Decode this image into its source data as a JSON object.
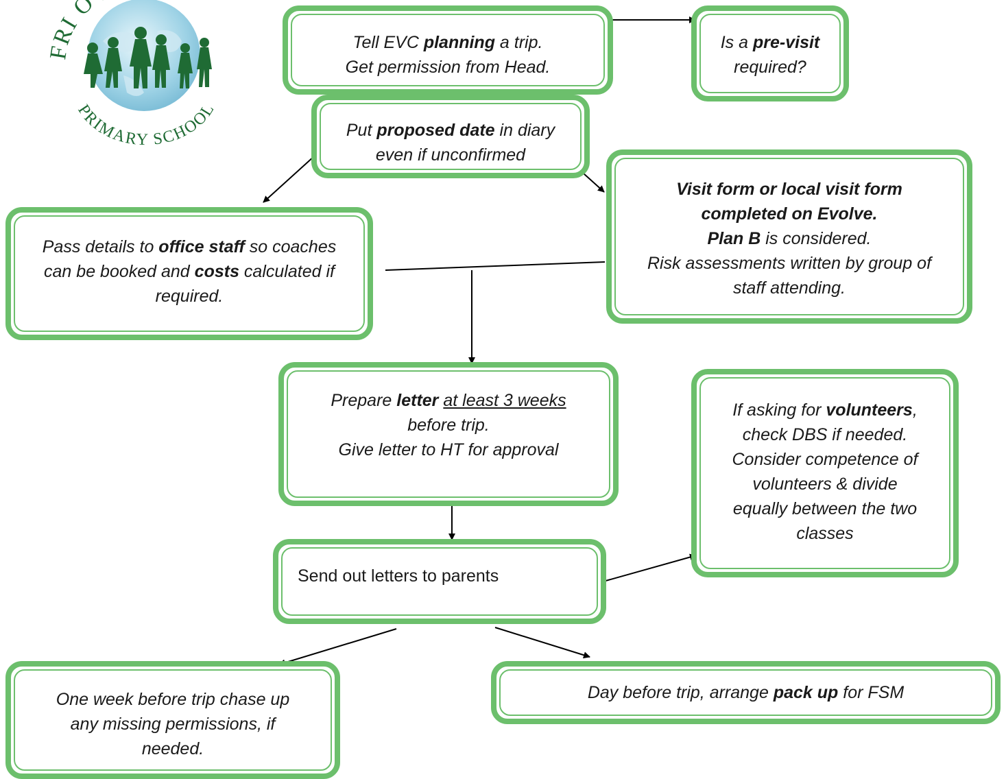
{
  "logo": {
    "arc_top": "FRI OVE",
    "arc_bottom": "PRIMARY SCHOOL",
    "colors": {
      "globe": "#9fd3e6",
      "ink": "#1f6b34"
    }
  },
  "colors": {
    "box_border": "#6cbf6c",
    "arrow": "#000000",
    "text": "#1a1a1a"
  },
  "boxes": {
    "tell_evc": [
      [
        {
          "t": "Tell EVC "
        },
        {
          "t": "planning",
          "b": true
        },
        {
          "t": " a trip."
        }
      ],
      [
        {
          "t": "Get permission from Head."
        }
      ]
    ],
    "pre_visit": [
      [
        {
          "t": "Is a "
        },
        {
          "t": "pre-visit",
          "b": true
        }
      ],
      [
        {
          "t": "required?"
        }
      ]
    ],
    "proposed_date": [
      [
        {
          "t": "Put "
        },
        {
          "t": "proposed date",
          "b": true
        },
        {
          "t": " in diary"
        }
      ],
      [
        {
          "t": "even if unconfirmed"
        }
      ]
    ],
    "office_staff": [
      [
        {
          "t": "Pass details to "
        },
        {
          "t": "office staff",
          "b": true
        },
        {
          "t": " so coaches"
        }
      ],
      [
        {
          "t": "can be booked and "
        },
        {
          "t": "costs",
          "b": true
        },
        {
          "t": " calculated if"
        }
      ],
      [
        {
          "t": "required."
        }
      ]
    ],
    "visit_form": [
      [
        {
          "t": "Visit form or local visit form",
          "b": true
        }
      ],
      [
        {
          "t": "completed on Evolve.",
          "b": true
        }
      ],
      [
        {
          "t": "Plan B",
          "b": true
        },
        {
          "t": " is considered."
        }
      ],
      [
        {
          "t": "Risk assessments written by group of"
        }
      ],
      [
        {
          "t": "staff attending."
        }
      ]
    ],
    "prepare_letter": [
      [
        {
          "t": "Prepare "
        },
        {
          "t": "letter",
          "b": true
        },
        {
          "t": " "
        },
        {
          "t": "at least 3 weeks",
          "u": true
        }
      ],
      [
        {
          "t": "before trip."
        }
      ],
      [
        {
          "t": "Give letter to HT for approval"
        }
      ]
    ],
    "volunteers": [
      [
        {
          "t": "If asking for "
        },
        {
          "t": "volunteers",
          "b": true
        },
        {
          "t": ","
        }
      ],
      [
        {
          "t": "check DBS if needed."
        }
      ],
      [
        {
          "t": "Consider competence of"
        }
      ],
      [
        {
          "t": "volunteers & divide"
        }
      ],
      [
        {
          "t": "equally between the two"
        }
      ],
      [
        {
          "t": "classes"
        }
      ]
    ],
    "send_letters": [
      [
        {
          "t": "Send out letters to parents"
        }
      ]
    ],
    "one_week": [
      [
        {
          "t": "One week before trip chase up"
        }
      ],
      [
        {
          "t": "any missing permissions, if"
        }
      ],
      [
        {
          "t": "needed."
        }
      ]
    ],
    "day_before": [
      [
        {
          "t": "Day before trip, arrange "
        },
        {
          "t": "pack up",
          "b": true
        },
        {
          "t": " for FSM"
        }
      ]
    ]
  }
}
